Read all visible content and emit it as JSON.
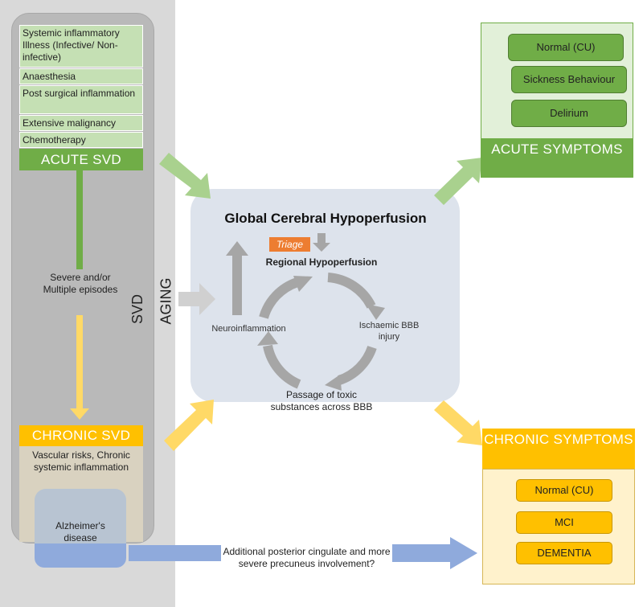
{
  "acute_svd": {
    "factors": [
      "Systemic inflammatory Illness (Infective/ Non-infective)",
      "Anaesthesia",
      "Post surgical inflammation",
      "Extensive malignancy",
      "Chemotherapy"
    ],
    "title": "ACUTE SVD"
  },
  "transition_label": "Severe and/or Multiple episodes",
  "chronic_svd": {
    "title": "CHRONIC SVD",
    "factors": "Vascular risks, Chronic systemic inflammation",
    "alzheimers": "Alzheimer's disease"
  },
  "side_labels": {
    "svd": "SVD",
    "aging": "AGING"
  },
  "cycle": {
    "title": "Global Cerebral Hypoperfusion",
    "triage": "Triage",
    "regional": "Regional Hypoperfusion",
    "ischaemic": "Ischaemic BBB injury",
    "passage": "Passage of toxic substances across BBB",
    "neuroinflammation": "Neuroinflammation"
  },
  "acute_symptoms": {
    "items": [
      "Normal (CU)",
      "Sickness Behaviour",
      "Delirium"
    ],
    "title": "ACUTE SYMPTOMS"
  },
  "chronic_symptoms": {
    "title": "CHRONIC SYMPTOMS",
    "items": [
      "Normal (CU)",
      "MCI",
      "DEMENTIA"
    ]
  },
  "posterior_note": "Additional posterior cingulate and more severe precuneus involvement?",
  "colors": {
    "acute_green": "#70ad47",
    "light_green": "#c5e0b4",
    "chronic_yellow": "#ffc000",
    "light_yellow": "#fff2cc",
    "blue": "#8faadc",
    "triage_orange": "#ed7d31",
    "cycle_bg": "#dde3ec"
  }
}
